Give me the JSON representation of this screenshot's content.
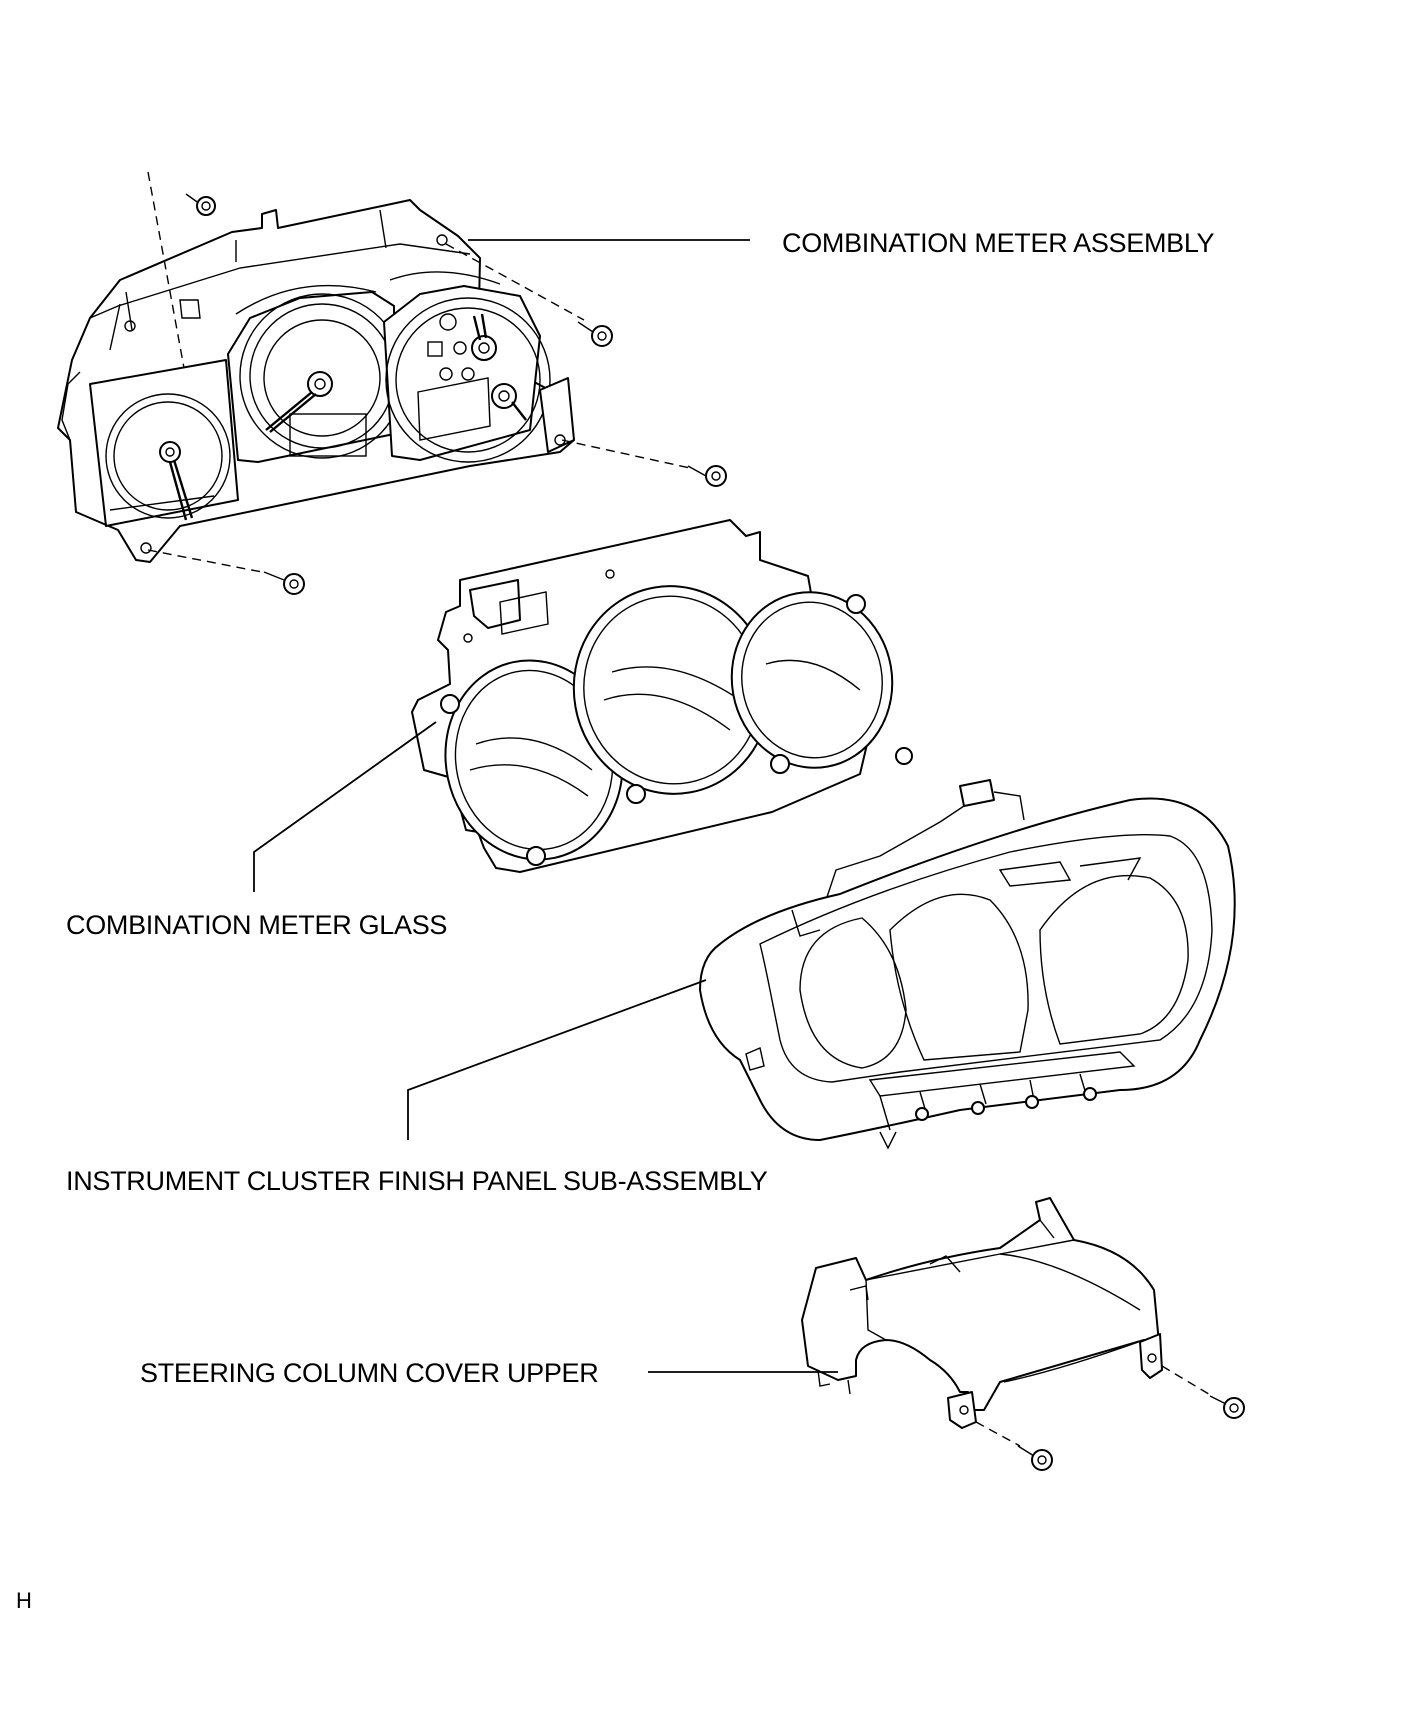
{
  "labels": {
    "combination_meter_assembly": "COMBINATION METER ASSEMBLY",
    "combination_meter_glass": "COMBINATION METER GLASS",
    "instrument_cluster_finish_panel": "INSTRUMENT CLUSTER FINISH PANEL SUB-ASSEMBLY",
    "steering_column_cover_upper": "STEERING COLUMN COVER UPPER"
  },
  "corner_code": "H"
}
